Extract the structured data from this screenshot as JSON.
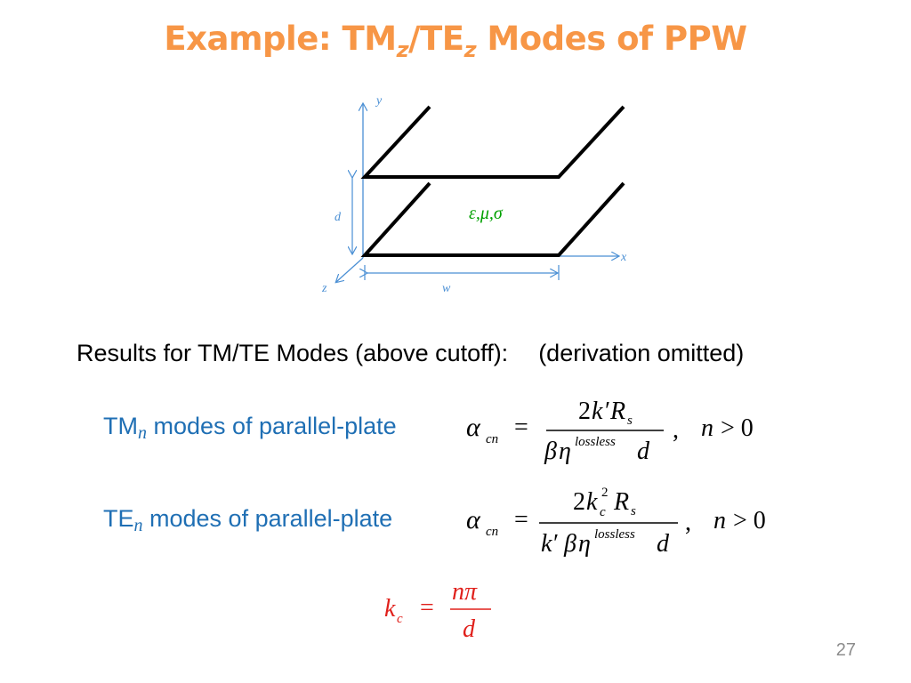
{
  "slide": {
    "title_prefix": "Example: TM",
    "title_sub1": "z",
    "title_middle": "/TE",
    "title_sub2": "z",
    "title_suffix": " Modes of PPW",
    "page_number": "27"
  },
  "diagram": {
    "axis_y": "y",
    "axis_x": "x",
    "axis_z": "z",
    "dim_d": "d",
    "dim_w": "w",
    "medium": "ε,μ,σ",
    "colors": {
      "plates": "#000000",
      "axes": "#4a8fd4",
      "medium": "#00a000"
    }
  },
  "results": {
    "heading": "Results for TM/TE Modes (above cutoff):",
    "note": "(derivation omitted)"
  },
  "tm": {
    "label_prefix": "TM",
    "label_sub": "n",
    "label_suffix": " modes of parallel-plate",
    "lhs": "α",
    "lhs_sub": "cn",
    "equals": "=",
    "num_coef": "2",
    "num_k": "k",
    "num_prime": "′",
    "num_R": "R",
    "num_R_sub": "s",
    "den_beta": "β",
    "den_eta": "η",
    "den_sup": "lossless",
    "den_d": "d",
    "comma": ",",
    "cond_n": "n",
    "cond_op": "> 0"
  },
  "te": {
    "label_prefix": "TE",
    "label_sub": "n",
    "label_suffix": " modes of parallel-plate",
    "lhs": "α",
    "lhs_sub": "cn",
    "equals": "=",
    "num_coef": "2",
    "num_k": "k",
    "num_k_sub": "c",
    "num_k_sup": "2",
    "num_R": "R",
    "num_R_sub": "s",
    "den_k": "k",
    "den_prime": "′",
    "den_beta": "β",
    "den_eta": "η",
    "den_sup": "lossless",
    "den_d": "d",
    "comma": ",",
    "cond_n": "n",
    "cond_op": "> 0"
  },
  "kc": {
    "lhs": "k",
    "lhs_sub": "c",
    "equals": "=",
    "num": "nπ",
    "den": "d",
    "color": "#e0201b"
  }
}
